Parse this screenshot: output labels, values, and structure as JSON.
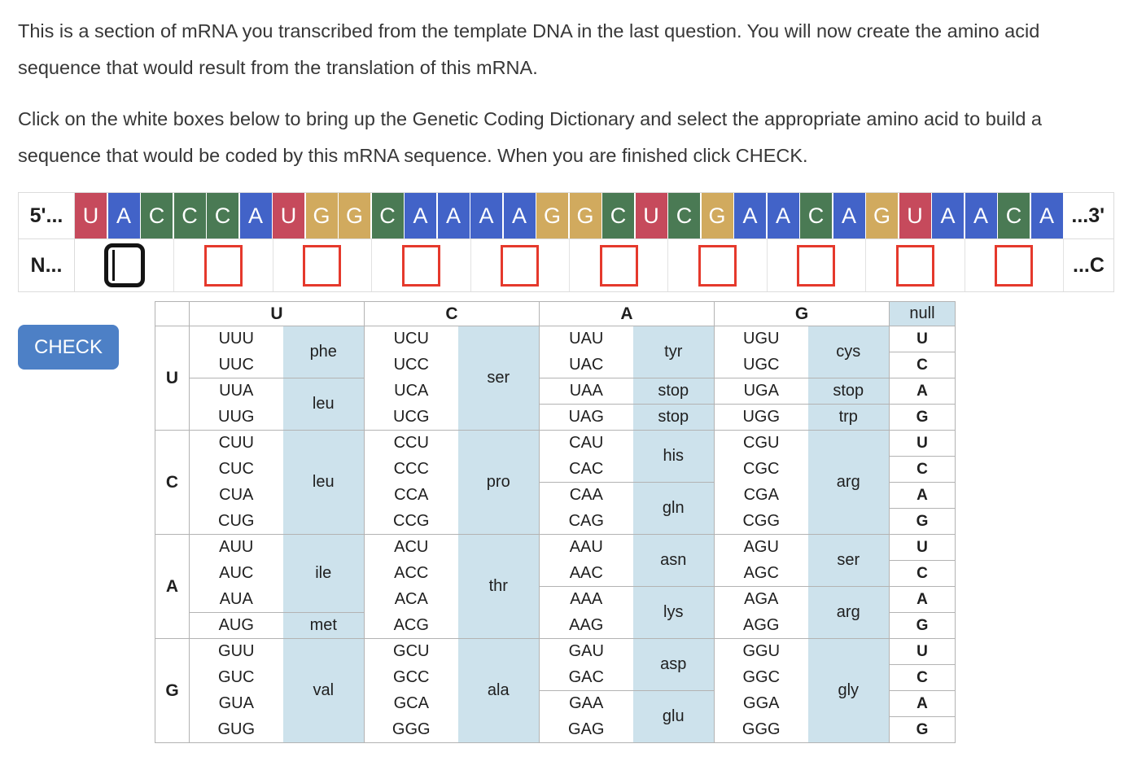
{
  "instructions": {
    "p1": "This is a section of mRNA you transcribed from the template DNA in the last question. You will now create the amino acid sequence that would result from the translation of this mRNA.",
    "p2": "Click on the white boxes below to bring up the Genetic Coding Dictionary and select the appropriate amino acid to build a sequence that would be coded by this mRNA sequence. When you are finished click CHECK."
  },
  "strip": {
    "five_prime_label": "5'...",
    "three_prime_label": "...3'",
    "n_label": "N...",
    "c_label": "...C",
    "letters": [
      "U",
      "A",
      "C",
      "C",
      "C",
      "A",
      "U",
      "G",
      "G",
      "C",
      "A",
      "A",
      "A",
      "A",
      "G",
      "G",
      "C",
      "U",
      "C",
      "G",
      "A",
      "A",
      "C",
      "A",
      "G",
      "U",
      "A",
      "A",
      "C",
      "A"
    ],
    "tile_colors": {
      "U": "#c64a5c",
      "A": "#4263c8",
      "C": "#4a7a54",
      "G": "#d1aa5e"
    },
    "codon_count": 10,
    "slot_border_color": "#e5392c"
  },
  "check_button": {
    "label": "CHECK",
    "color": "#4d80c6"
  },
  "codon_table": {
    "second_base_headers": [
      "U",
      "C",
      "A",
      "G"
    ],
    "null_header": "null",
    "third_base": [
      "U",
      "C",
      "A",
      "G"
    ],
    "highlight_color": "#cde2ec",
    "row_groups": [
      {
        "base": "U",
        "columns": [
          {
            "codons": [
              "UUU",
              "UUC",
              "UUA",
              "UUG"
            ],
            "aminos": [
              {
                "label": "phe",
                "span": 2
              },
              {
                "label": "leu",
                "span": 2
              }
            ]
          },
          {
            "codons": [
              "UCU",
              "UCC",
              "UCA",
              "UCG"
            ],
            "aminos": [
              {
                "label": "ser",
                "span": 4
              }
            ]
          },
          {
            "codons": [
              "UAU",
              "UAC",
              "UAA",
              "UAG"
            ],
            "aminos": [
              {
                "label": "tyr",
                "span": 2
              },
              {
                "label": "stop",
                "span": 1
              },
              {
                "label": "stop",
                "span": 1
              }
            ]
          },
          {
            "codons": [
              "UGU",
              "UGC",
              "UGA",
              "UGG"
            ],
            "aminos": [
              {
                "label": "cys",
                "span": 2
              },
              {
                "label": "stop",
                "span": 1
              },
              {
                "label": "trp",
                "span": 1
              }
            ]
          }
        ]
      },
      {
        "base": "C",
        "columns": [
          {
            "codons": [
              "CUU",
              "CUC",
              "CUA",
              "CUG"
            ],
            "aminos": [
              {
                "label": "leu",
                "span": 4
              }
            ]
          },
          {
            "codons": [
              "CCU",
              "CCC",
              "CCA",
              "CCG"
            ],
            "aminos": [
              {
                "label": "pro",
                "span": 4
              }
            ]
          },
          {
            "codons": [
              "CAU",
              "CAC",
              "CAA",
              "CAG"
            ],
            "aminos": [
              {
                "label": "his",
                "span": 2
              },
              {
                "label": "gln",
                "span": 2
              }
            ]
          },
          {
            "codons": [
              "CGU",
              "CGC",
              "CGA",
              "CGG"
            ],
            "aminos": [
              {
                "label": "arg",
                "span": 4
              }
            ]
          }
        ]
      },
      {
        "base": "A",
        "columns": [
          {
            "codons": [
              "AUU",
              "AUC",
              "AUA",
              "AUG"
            ],
            "aminos": [
              {
                "label": "ile",
                "span": 3
              },
              {
                "label": "met",
                "span": 1
              }
            ]
          },
          {
            "codons": [
              "ACU",
              "ACC",
              "ACA",
              "ACG"
            ],
            "aminos": [
              {
                "label": "thr",
                "span": 4
              }
            ]
          },
          {
            "codons": [
              "AAU",
              "AAC",
              "AAA",
              "AAG"
            ],
            "aminos": [
              {
                "label": "asn",
                "span": 2
              },
              {
                "label": "lys",
                "span": 2
              }
            ]
          },
          {
            "codons": [
              "AGU",
              "AGC",
              "AGA",
              "AGG"
            ],
            "aminos": [
              {
                "label": "ser",
                "span": 2
              },
              {
                "label": "arg",
                "span": 2
              }
            ]
          }
        ]
      },
      {
        "base": "G",
        "columns": [
          {
            "codons": [
              "GUU",
              "GUC",
              "GUA",
              "GUG"
            ],
            "aminos": [
              {
                "label": "val",
                "span": 4
              }
            ]
          },
          {
            "codons": [
              "GCU",
              "GCC",
              "GCA",
              "GGG"
            ],
            "aminos": [
              {
                "label": "ala",
                "span": 4
              }
            ]
          },
          {
            "codons": [
              "GAU",
              "GAC",
              "GAA",
              "GAG"
            ],
            "aminos": [
              {
                "label": "asp",
                "span": 2
              },
              {
                "label": "glu",
                "span": 2
              }
            ]
          },
          {
            "codons": [
              "GGU",
              "GGC",
              "GGA",
              "GGG"
            ],
            "aminos": [
              {
                "label": "gly",
                "span": 4
              }
            ]
          }
        ]
      }
    ]
  }
}
